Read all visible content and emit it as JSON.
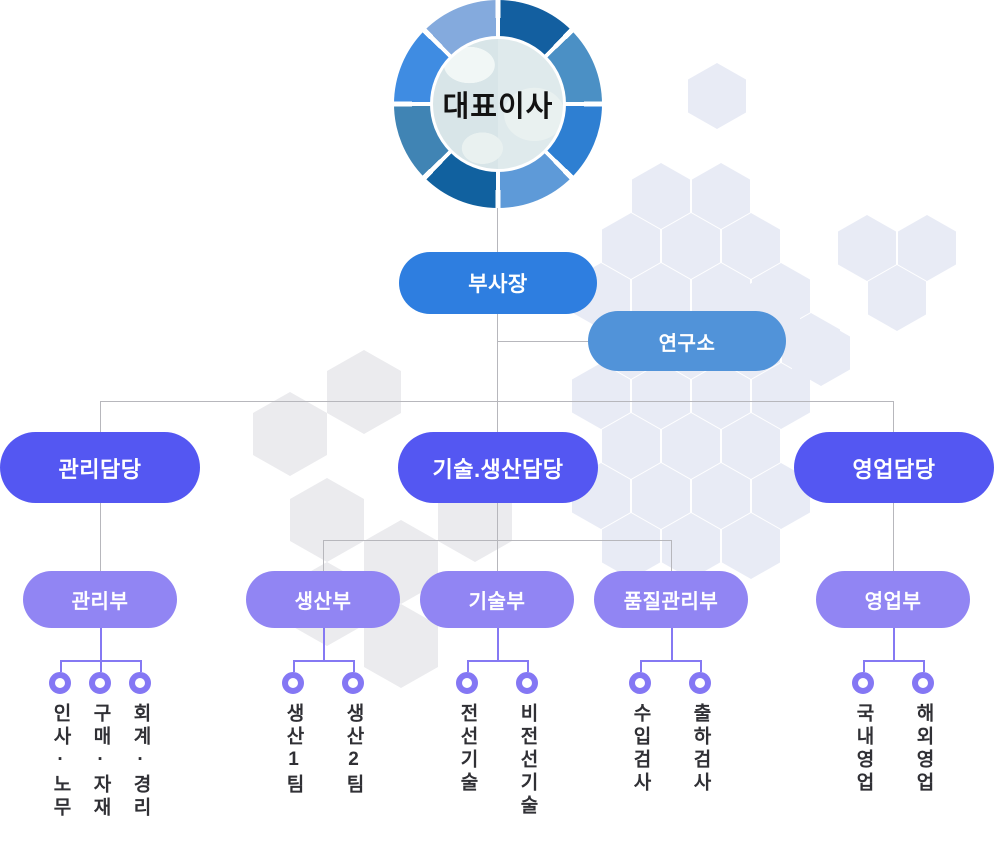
{
  "org": {
    "ceo": {
      "label": "대표이사"
    },
    "vice_president": {
      "label": "부사장"
    },
    "research_lab": {
      "label": "연구소"
    },
    "divisions": [
      {
        "label": "관리담당",
        "departments": [
          {
            "label": "관리부",
            "teams": [
              "인사·노무",
              "구매·자재",
              "회계·경리"
            ]
          }
        ]
      },
      {
        "label": "기술.생산담당",
        "departments": [
          {
            "label": "생산부",
            "teams": [
              "생산1팀",
              "생산2팀"
            ]
          },
          {
            "label": "기술부",
            "teams": [
              "전선기술",
              "비전선기술"
            ]
          },
          {
            "label": "품질관리부",
            "teams": [
              "수입검사",
              "출하검사"
            ]
          }
        ]
      },
      {
        "label": "영업담당",
        "departments": [
          {
            "label": "영업부",
            "teams": [
              "국내영업",
              "해외영업"
            ]
          }
        ]
      }
    ],
    "colors": {
      "vp_pill": "#2e7ee0",
      "lab_pill": "#5193d9",
      "division_pill": "#5457f2",
      "department_pill": "#9185f3",
      "leaf_accent": "#8477f4",
      "leaf_text": "#303035",
      "connector_gray": "#b7b7bc",
      "connector_purple": "#8579f3",
      "hex_lavender": "#e8ebf5",
      "hex_gray": "#ebebee",
      "globe_ring_segments": "#135fa0,#4b90c5,#2e7fd2,#5e9ad8,#11619f,#4084b4,#3f8ce2,#84aadd"
    }
  }
}
